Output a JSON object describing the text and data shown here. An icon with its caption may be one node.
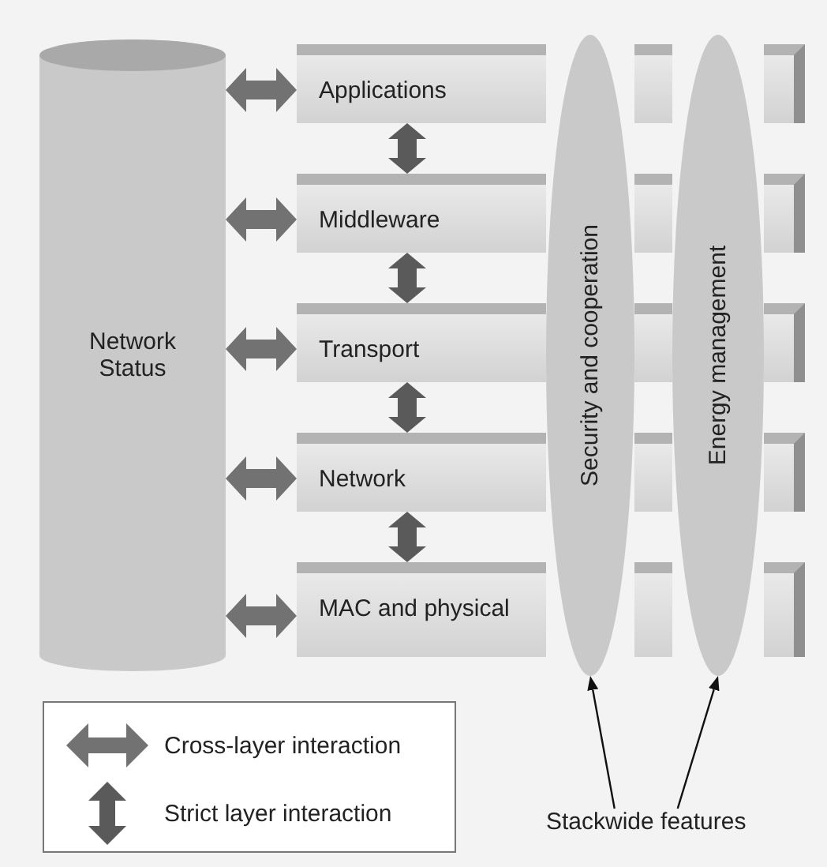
{
  "diagram": {
    "nodes": [
      {
        "text": [
          "Network Status"
        ]
      },
      {
        "text": [
          "Applications"
        ]
      },
      {
        "text": [
          "Middleware"
        ]
      },
      {
        "text": [
          "Transport"
        ]
      },
      {
        "text": [
          "Network"
        ]
      },
      {
        "text": [
          "MAC and physical"
        ]
      },
      {
        "text": [
          "Security and cooperation"
        ]
      },
      {
        "text": [
          "Energy management"
        ]
      },
      {
        "text": [
          "Stackwide features"
        ]
      }
    ],
    "edges": [
      {
        "from": 0,
        "to": 1,
        "arrow": "both"
      },
      {
        "from": 0,
        "to": 2,
        "arrow": "both"
      },
      {
        "from": 0,
        "to": 3,
        "arrow": "both"
      },
      {
        "from": 0,
        "to": 4,
        "arrow": "both"
      },
      {
        "from": 0,
        "to": 5,
        "arrow": "both"
      },
      {
        "from": 1,
        "to": 2,
        "arrow": "both"
      },
      {
        "from": 2,
        "to": 3,
        "arrow": "both"
      },
      {
        "from": 3,
        "to": 4,
        "arrow": "both"
      },
      {
        "from": 4,
        "to": 5,
        "arrow": "both"
      },
      {
        "from": 8,
        "to": 6,
        "arrow": "to",
        "color": "#111111"
      },
      {
        "from": 8,
        "to": 7,
        "arrow": "to",
        "color": "#111111"
      }
    ],
    "legend": [
      {
        "text": "Cross-layer interaction"
      },
      {
        "text": "Strict layer interaction"
      }
    ]
  }
}
